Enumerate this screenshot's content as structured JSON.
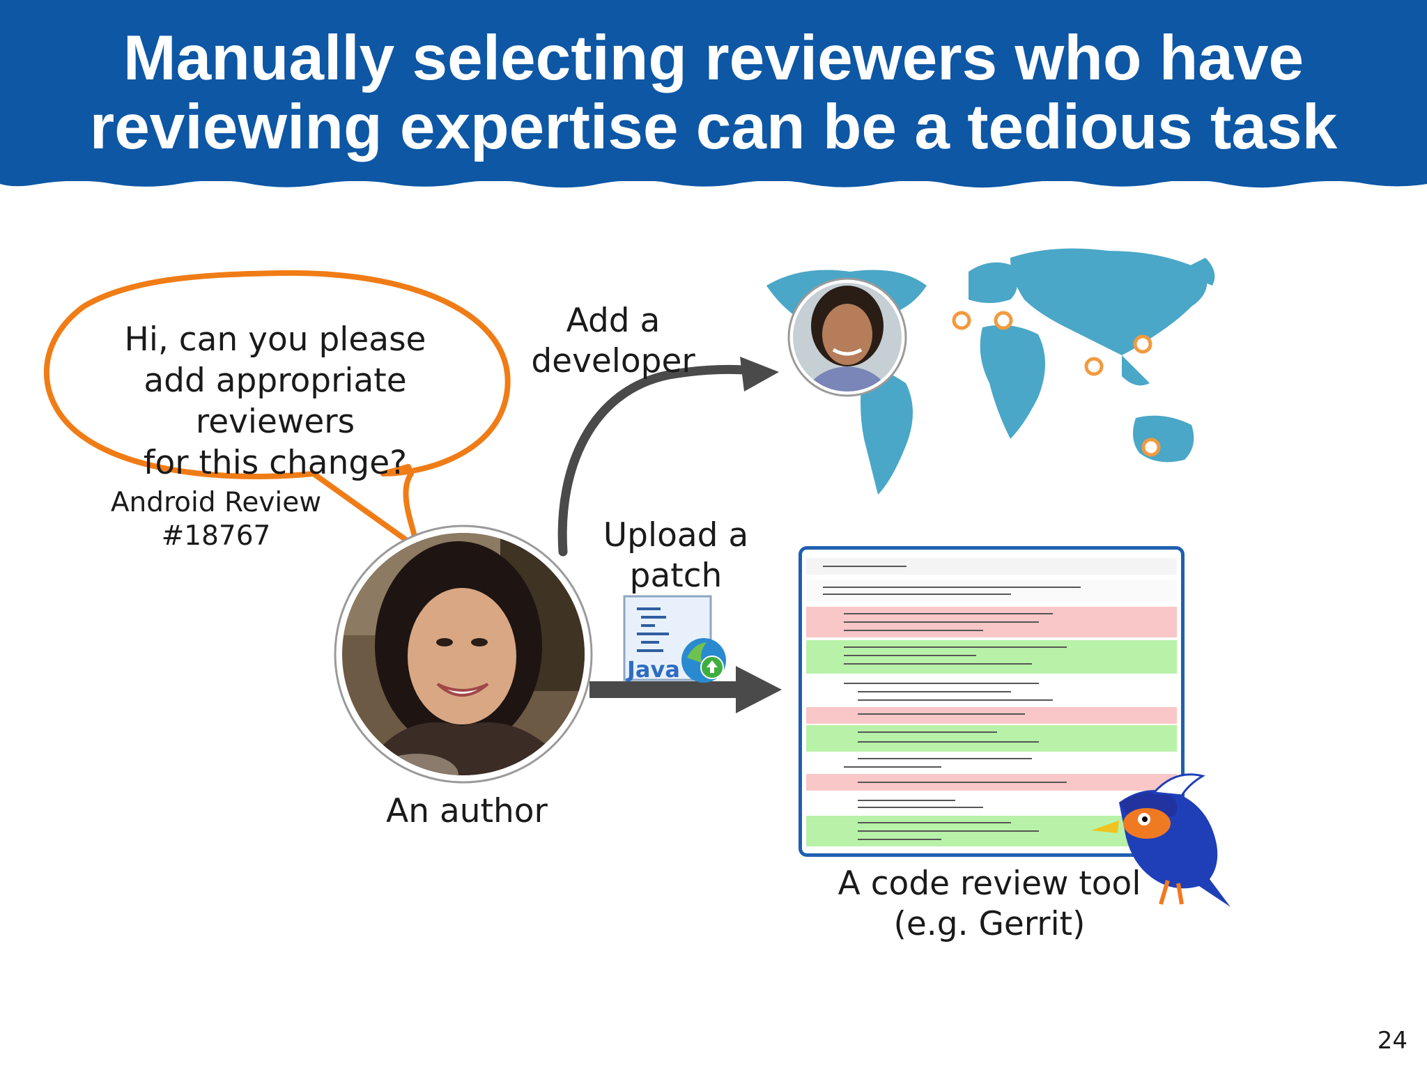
{
  "slide": {
    "title_line1": "Manually selecting reviewers who have",
    "title_line2": "reviewing expertise can be a tedious task",
    "page_number": "24"
  },
  "speech_bubble": {
    "line1": "Hi, can you please",
    "line2": "add appropriate reviewers",
    "line3": "for this change?"
  },
  "review_ref": {
    "line1": "Android Review",
    "line2": "#18767"
  },
  "actions": {
    "add_line1": "Add a",
    "add_line2": "developer",
    "upload_line1": "Upload a",
    "upload_line2": "patch"
  },
  "author_label": "An author",
  "tool_label": {
    "line1": "A code review tool",
    "line2": "(e.g. Gerrit)"
  },
  "patch_icon_text": "Java",
  "colors": {
    "header_blue": "#0d57a5",
    "bubble_orange": "#f07c16",
    "map_teal": "#4aa7c7",
    "arrow_gray": "#4a4a4a",
    "diff_removed": "#f9c7c7",
    "diff_added": "#b8f2a8"
  }
}
